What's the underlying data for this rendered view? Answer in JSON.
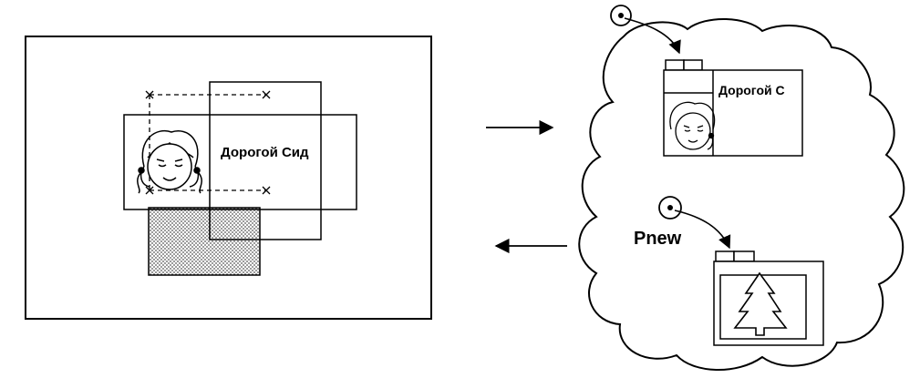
{
  "window_text": "Дорогой Сид",
  "saved_clip_text": "Дорогой С",
  "pointer_label": "Pnew",
  "colors": {
    "ink": "#000000",
    "paper": "#ffffff",
    "stipple": "#9a9a9a"
  },
  "icons": [
    "girl-face-icon",
    "tree-icon",
    "arrow-right-icon",
    "arrow-left-icon",
    "pointer-icon"
  ]
}
